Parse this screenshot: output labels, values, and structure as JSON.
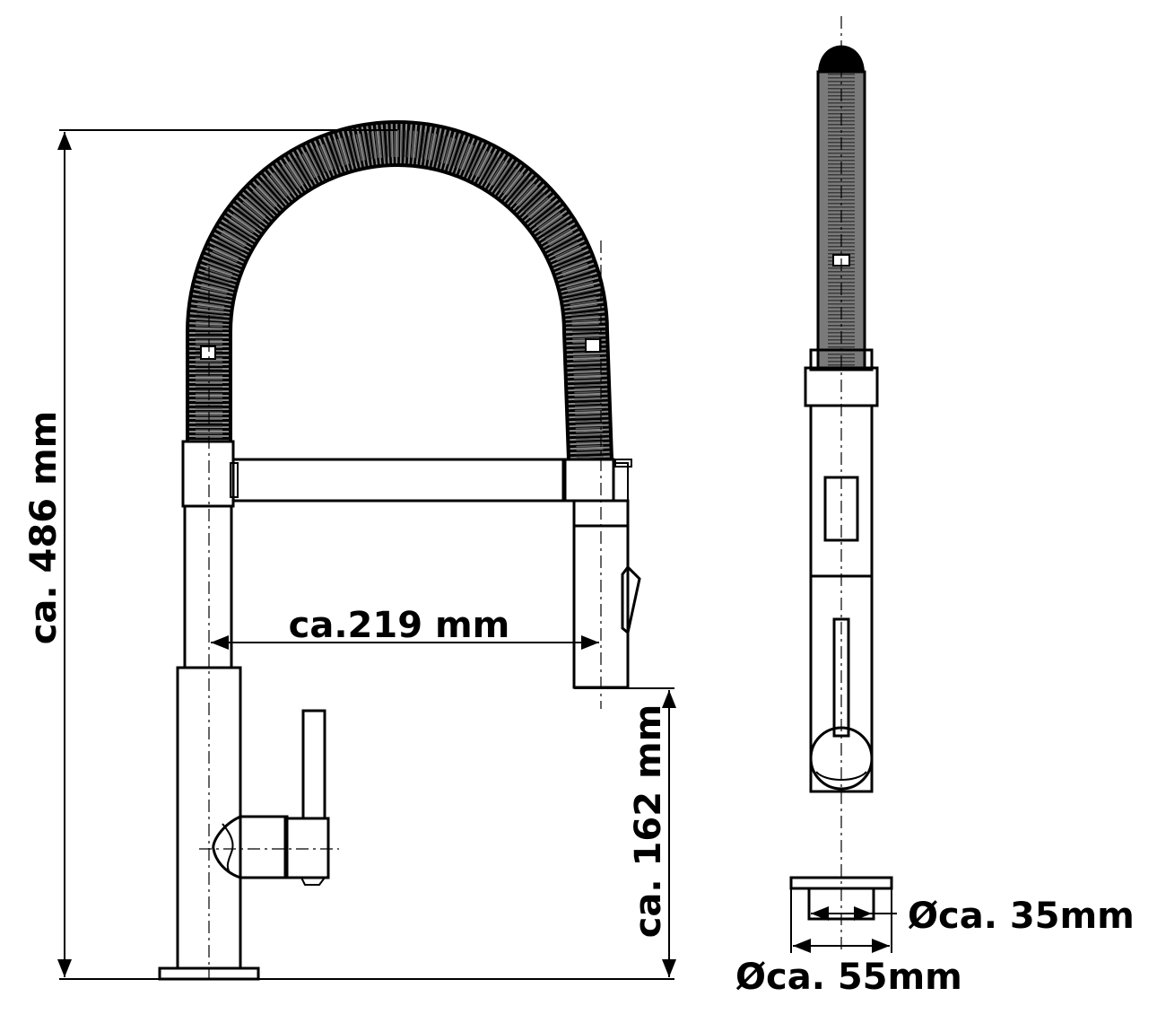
{
  "dimensions": {
    "height_total": "ca. 486 mm",
    "spout_reach": "ca.219 mm",
    "spout_height": "ca. 162 mm",
    "hose_diameter": "Øca. 35mm",
    "base_diameter": "Øca. 55mm"
  }
}
